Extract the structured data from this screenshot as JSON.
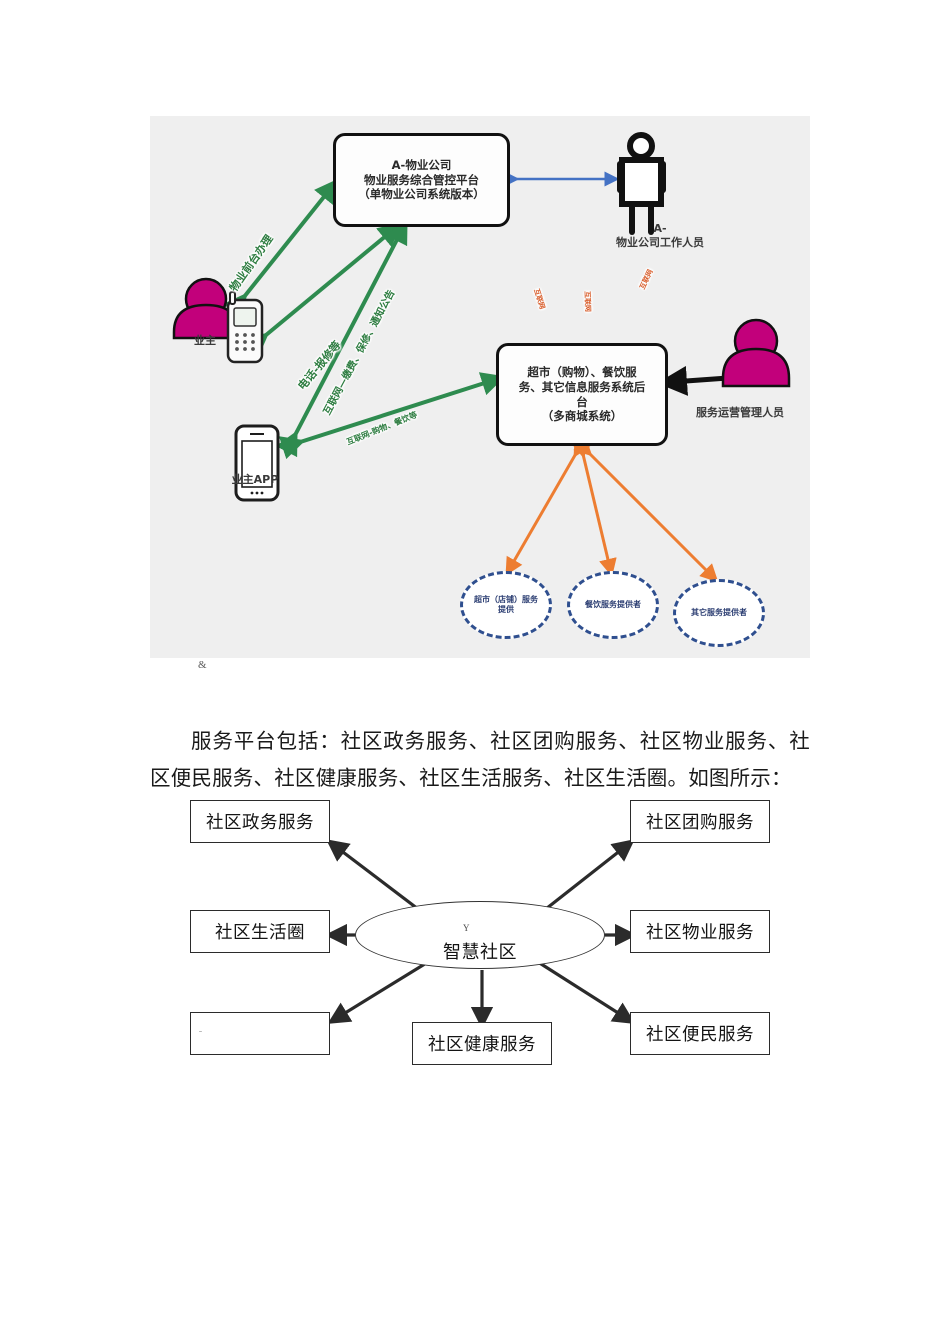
{
  "figure1": {
    "boxes": [
      {
        "id": "property-platform",
        "lines": [
          "A-物业公司",
          "物业服务综合管控平台",
          "（单物业公司系统版本）"
        ]
      },
      {
        "id": "mall-backend",
        "lines": [
          "超市（购物）、餐饮服",
          "务、其它信息服务系统后",
          "台",
          "（多商城系统）"
        ]
      }
    ],
    "actors": [
      {
        "id": "property-staff",
        "caption_line1": "A-",
        "caption_line2": "物业公司工作人员"
      },
      {
        "id": "owner",
        "caption_line1": "业主",
        "caption_line2": ""
      },
      {
        "id": "owner-app",
        "caption_line1": "业主APP",
        "caption_line2": ""
      },
      {
        "id": "service-ops-manager",
        "caption_line1": "服务运营管理人员",
        "caption_line2": ""
      }
    ],
    "providers": [
      "超市（店铺）服务提供",
      "餐饮服务提供者",
      "其它服务提供者"
    ],
    "arrow_labels": [
      "物业前台办理",
      "电话-报修等",
      "互联网—缴费、保修、通知公告",
      "互联网-购物、餐饮等",
      "互联网",
      "互联网",
      "互联网"
    ],
    "artifact": "&",
    "colors": {
      "background": "#efefef",
      "green_arrow": "#2e8b4f",
      "blue_arrow": "#4472c4",
      "orange_arrow": "#ed7d31",
      "black_arrow": "#111111",
      "person_magenta": "#c2007b",
      "provider_dash": "#2f4f8f"
    }
  },
  "paragraph": {
    "text": "服务平台包括：社区政务服务、社区团购服务、社区物业服务、社区便民服务、社区健康服务、社区生活服务、社区生活圈。如图所示："
  },
  "figure2": {
    "center": {
      "marker": "Y",
      "label": "智慧社区"
    },
    "nodes": [
      {
        "id": "gov",
        "label": "社区政务服务"
      },
      {
        "id": "group",
        "label": "社区团购服务"
      },
      {
        "id": "life",
        "label": "社区生活圈"
      },
      {
        "id": "prop",
        "label": "社区物业服务"
      },
      {
        "id": "blank",
        "label": "ˉ"
      },
      {
        "id": "health",
        "label": "社区健康服务"
      },
      {
        "id": "conv",
        "label": "社区便民服务"
      }
    ],
    "colors": {
      "line": "#2b2b2b",
      "background": "#ffffff"
    }
  }
}
